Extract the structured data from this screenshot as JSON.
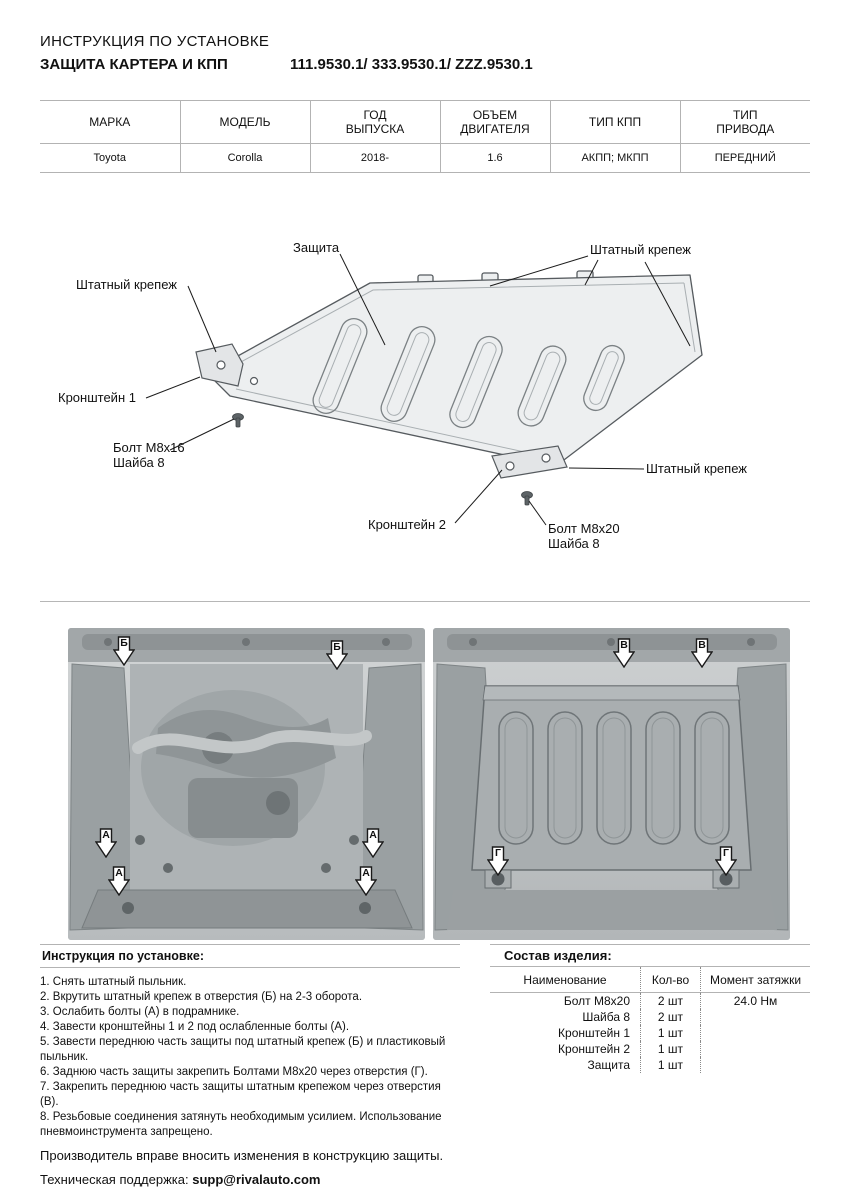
{
  "header": {
    "doc_type": "ИНСТРУКЦИЯ ПО УСТАНОВКЕ",
    "product": "ЗАЩИТА КАРТЕРА И КПП",
    "part_numbers": "111.9530.1/ 333.9530.1/ ZZZ.9530.1"
  },
  "spec_table": {
    "headers": [
      "МАРКА",
      "МОДЕЛЬ",
      "ГОД\nВЫПУСКА",
      "ОБЪЕМ\nДВИГАТЕЛЯ",
      "ТИП КПП",
      "ТИП\nПРИВОДА"
    ],
    "row": [
      "Toyota",
      "Corolla",
      "2018-",
      "1.6",
      "АКПП; МКПП",
      "ПЕРЕДНИЙ"
    ]
  },
  "diagram": {
    "labels": {
      "plate": "Защита",
      "factory_mount_top": "Штатный крепеж",
      "factory_mount_left": "Штатный крепеж",
      "factory_mount_right": "Штатный крепеж",
      "bracket1": "Кронштейн 1",
      "bolt_left": "Болт М8х16\nШайба 8",
      "bracket2": "Кронштейн 2",
      "bolt_right": "Болт М8х20\nШайба 8"
    }
  },
  "photos": {
    "left_markers": [
      "Б",
      "Б",
      "А",
      "А",
      "А",
      "А"
    ],
    "right_markers": [
      "В",
      "В",
      "Г",
      "Г"
    ]
  },
  "instructions": {
    "title": "Инструкция по установке:",
    "steps": [
      "1. Снять штатный пыльник.",
      "2. Вкрутить штатный крепеж в отверстия (Б) на 2-3 оборота.",
      "3. Ослабить болты (А) в подрамнике.",
      "4. Завести кронштейны 1 и 2 под ослабленные болты (А).",
      "5. Завести переднюю часть защиты под штатный крепеж (Б) и пластиковый пыльник.",
      "6. Заднюю часть защиты закрепить Болтами М8х20 через отверстия (Г).",
      "7. Закрепить переднюю часть защиты штатным крепежом через отверстия (В).",
      "8. Резьбовые соединения затянуть необходимым усилием. Использование пневмоинструмента запрещено."
    ]
  },
  "parts": {
    "title": "Состав изделия:",
    "col_name": "Наименование",
    "col_qty": "Кол-во",
    "col_torque": "Момент затяжки",
    "rows": [
      {
        "name": "Болт М8х20",
        "qty": "2 шт",
        "torque": "24.0 Нм"
      },
      {
        "name": "Шайба 8",
        "qty": "2 шт",
        "torque": ""
      },
      {
        "name": "Кронштейн 1",
        "qty": "1 шт",
        "torque": ""
      },
      {
        "name": "Кронштейн 2",
        "qty": "1 шт",
        "torque": ""
      },
      {
        "name": "Защита",
        "qty": "1 шт",
        "torque": ""
      }
    ]
  },
  "footer": {
    "disclaimer": "Производитель вправе вносить изменения в конструкцию защиты.",
    "support_label": "Техническая поддержка:",
    "support_email": "supp@rivalauto.com"
  }
}
